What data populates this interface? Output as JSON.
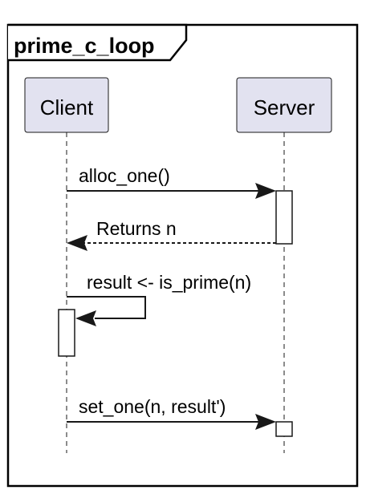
{
  "frame": {
    "title": "prime_c_loop"
  },
  "participants": [
    {
      "id": "client",
      "label": "Client"
    },
    {
      "id": "server",
      "label": "Server"
    }
  ],
  "messages": [
    {
      "from": "client",
      "to": "server",
      "label": "alloc_one()",
      "style": "solid"
    },
    {
      "from": "server",
      "to": "client",
      "label": "Returns n",
      "style": "dashed"
    },
    {
      "from": "client",
      "to": "client",
      "label": "result <- is_prime(n)",
      "style": "solid"
    },
    {
      "from": "client",
      "to": "server",
      "label": "set_one(n, result')",
      "style": "solid"
    }
  ],
  "colors": {
    "participant_fill": "#E2E2F0",
    "participant_stroke": "#181818",
    "line": "#181818",
    "frame": "#000000",
    "activation_fill": "#FFFFFF"
  }
}
